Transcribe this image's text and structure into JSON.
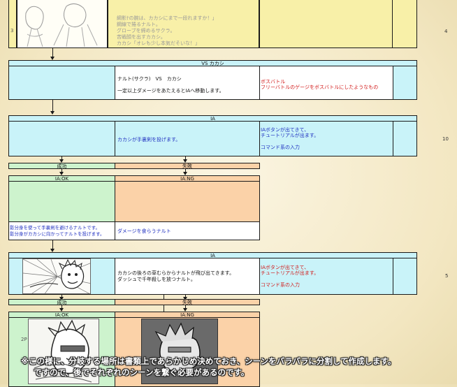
{
  "top_scene": {
    "row_number": "3",
    "lines": [
      "綱影ﾅの腕は、カカシにまで一段れますか！」",
      "鋼線で捲るナルト。",
      "グローブを締めるサクラ。",
      "苦戦顔を出すカカシ。",
      "カカシ「オレも少し本気だそいな！」"
    ],
    "page_number": "4"
  },
  "vs_section": {
    "header": "VS カカシ",
    "main_lines": [
      "ナルト(サクラ)　VS　カカシ",
      "",
      "一定以上ダメージをあたえるとIAへ移動します。"
    ],
    "note_lines": [
      "ボスバトル",
      "フリーバトルのゲージをボスバトルにしたようなもの"
    ]
  },
  "ia1": {
    "header": "IA",
    "main_text": "カカシが手裏剣を投げます。",
    "note_lines": [
      "IAボタンが出てきて、",
      "チュートリアルが出ます。",
      "",
      "コマンド系の入力"
    ],
    "page_number": "10"
  },
  "branch1": {
    "success_label": "成功",
    "fail_label": "失敗",
    "ok_label": "IA:OK",
    "ng_label": "IA:NG",
    "ok_text_lines": [
      "影分身を使って手裏剣を避けるナルトです。",
      "影分身がカカシに向かってナルトを投げます。"
    ],
    "ng_text": "ダメージを食らうナルト"
  },
  "ia2": {
    "header": "IA",
    "main_lines": [
      "カカシの後ろの草むらからナルトが飛び出てきます。",
      "ダッシュで千年殺しを放つナルト。"
    ],
    "note_lines": [
      "IAボタンが出てきて、",
      "チュートリアルが出ます。",
      "",
      "コマンド系の入力"
    ],
    "page_number": "5"
  },
  "branch2": {
    "success_label": "成功",
    "fail_label": "失敗",
    "ok_label": "IA:OK",
    "ng_label": "IA:NG",
    "row_number": "2P"
  },
  "footnote": {
    "line1": "※この様に、分岐する場所は書類上であらかじめ決めておき、シーンをバラバラに分割して作成します。",
    "line2": "ですので、後でそれぞれのシーンを繋ぐ必要があるのです。"
  }
}
